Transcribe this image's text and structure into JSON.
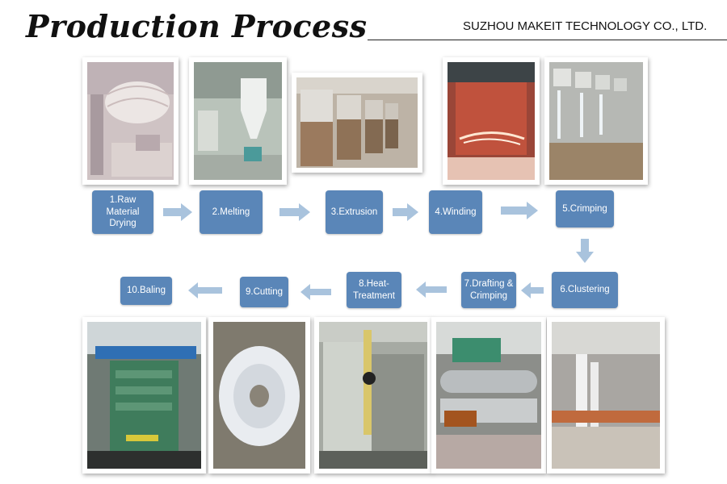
{
  "header": {
    "title": "Production Process",
    "company": "SUZHOU MAKEIT TECHNOLOGY CO., LTD."
  },
  "steps": [
    {
      "label": "1.Raw Material Drying"
    },
    {
      "label": "2.Melting"
    },
    {
      "label": "3.Extrusion"
    },
    {
      "label": "4.Winding"
    },
    {
      "label": "5.Crimping"
    },
    {
      "label": "6.Clustering"
    },
    {
      "label": "7.Drafting & Crimping"
    },
    {
      "label": "8.Heat-Treatment"
    },
    {
      "label": "9.Cutting"
    },
    {
      "label": "10.Baling"
    }
  ],
  "colors": {
    "step_box": "#5a86b8",
    "arrow": "#a9c3dd"
  }
}
